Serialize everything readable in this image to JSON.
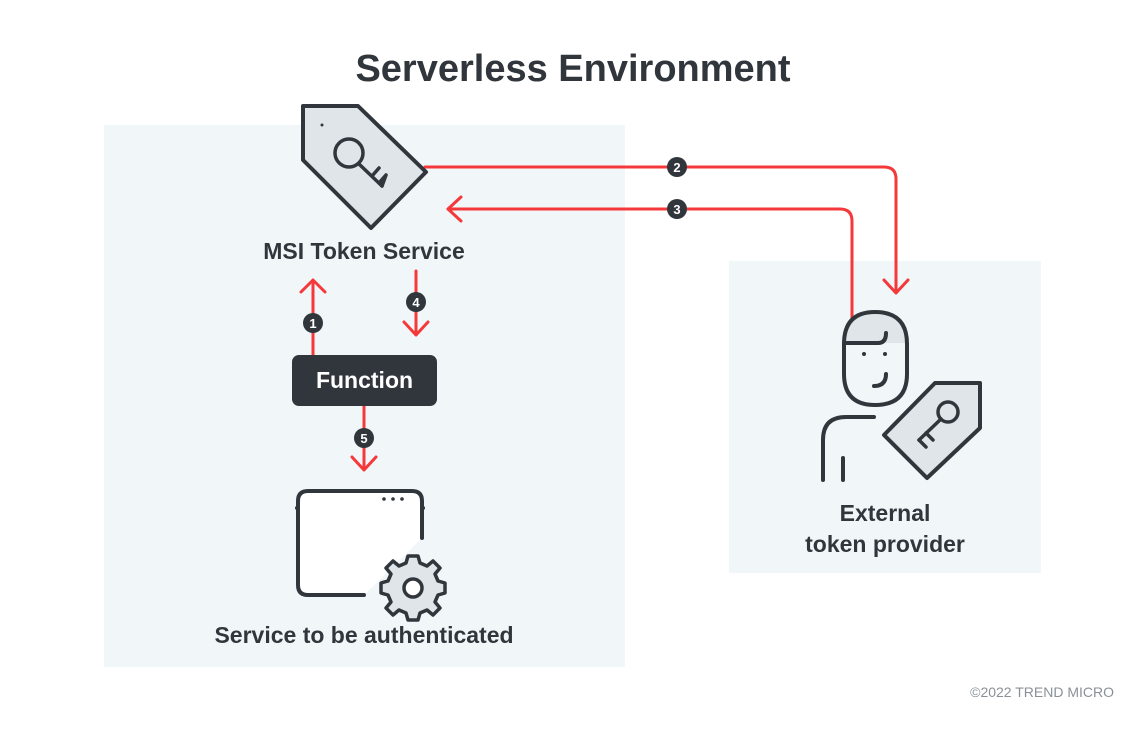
{
  "title": "Serverless Environment",
  "nodes": {
    "msi_token_service": {
      "label": "MSI Token Service",
      "icon": "key-tag-icon"
    },
    "function": {
      "label": "Function"
    },
    "service_to_authenticate": {
      "label": "Service to be authenticated",
      "icon": "browser-window-gear-icon"
    },
    "external_provider": {
      "label_line1": "External",
      "label_line2": "token provider",
      "icon": "person-with-key-tag-icon"
    }
  },
  "steps": [
    {
      "number": "1",
      "from": "Function",
      "to": "MSI Token Service"
    },
    {
      "number": "2",
      "from": "MSI Token Service",
      "to": "External token provider"
    },
    {
      "number": "3",
      "from": "External token provider",
      "to": "MSI Token Service"
    },
    {
      "number": "4",
      "from": "MSI Token Service",
      "to": "Function"
    },
    {
      "number": "5",
      "from": "Function",
      "to": "Service to be authenticated"
    }
  ],
  "colors": {
    "arrow": "#f5383a",
    "dark": "#30363c",
    "panel_bg": "#f1f6f9",
    "icon_fill": "#dfe5e8"
  },
  "copyright": "©2022 TREND MICRO"
}
